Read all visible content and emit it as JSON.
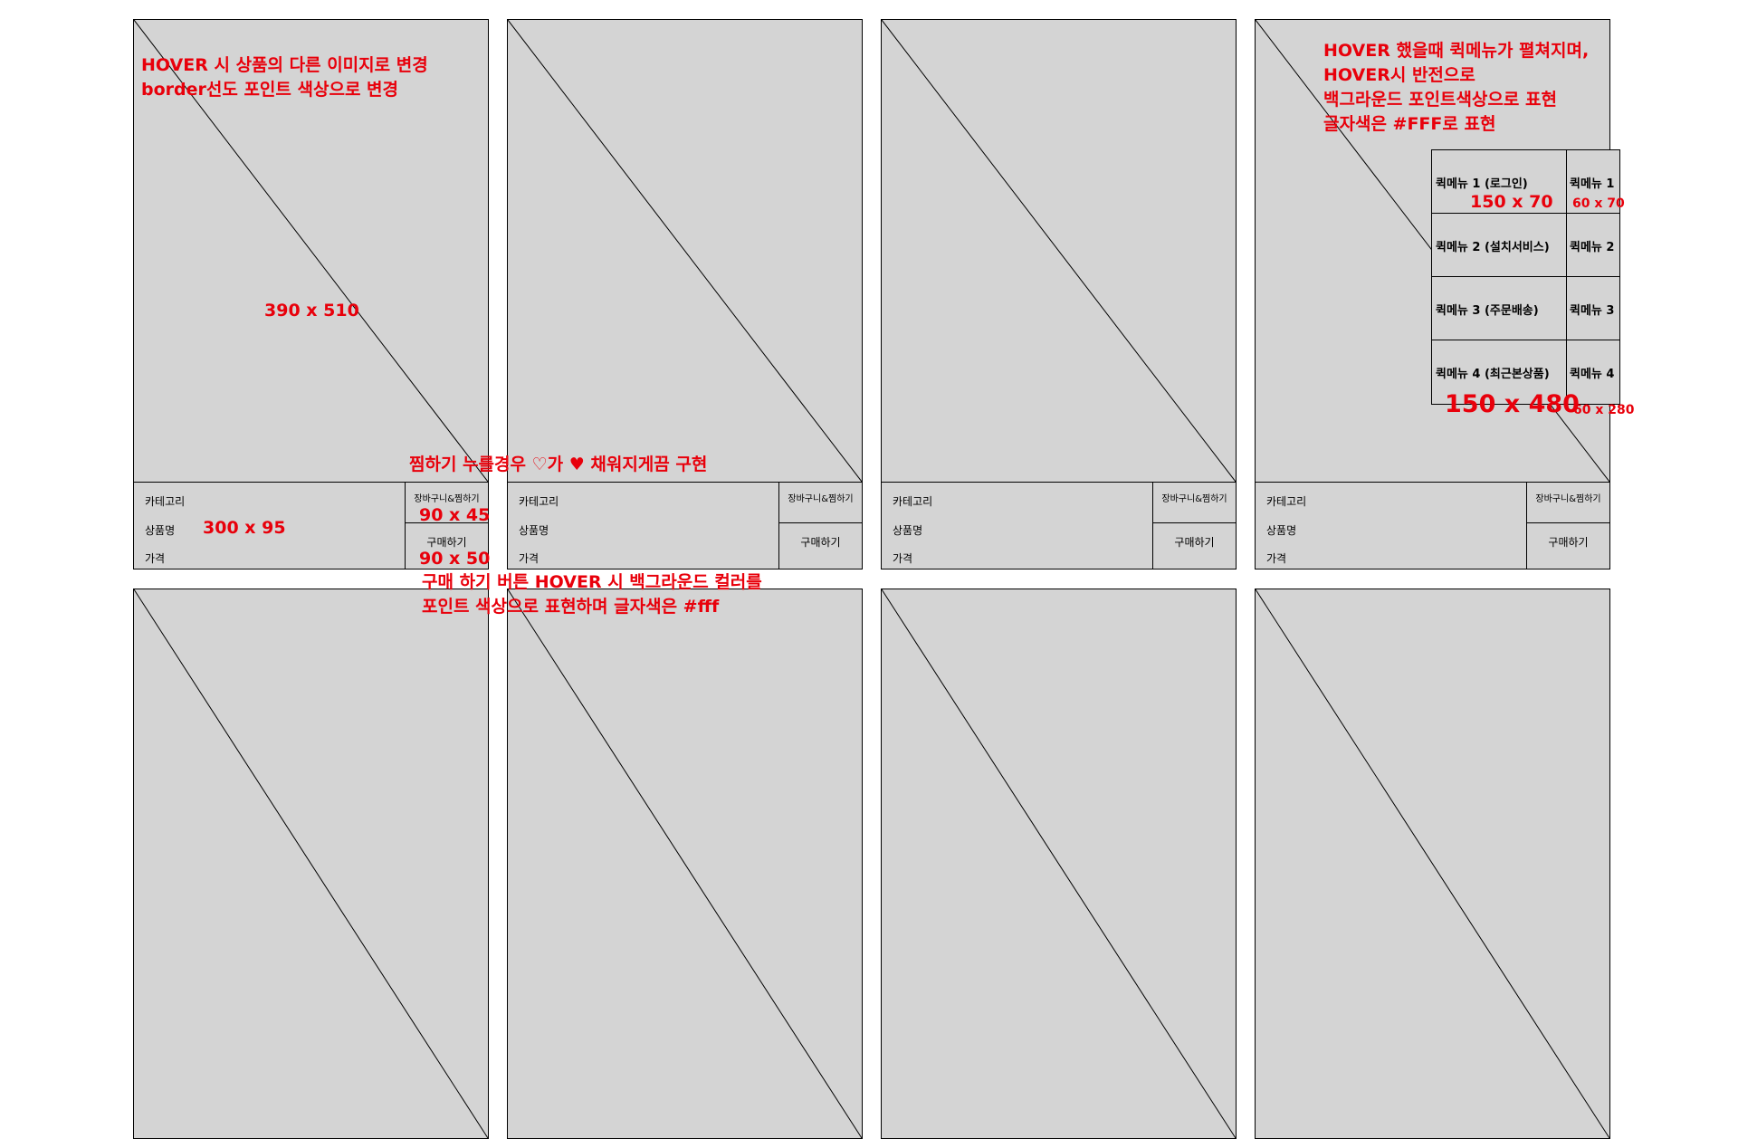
{
  "products": [
    {
      "category": "카테고리",
      "name": "상품명",
      "price": "가격",
      "cart_label": "장바구니&찜하기",
      "buy_label": "구매하기"
    },
    {
      "category": "카테고리",
      "name": "상품명",
      "price": "가격",
      "cart_label": "장바구니&찜하기",
      "buy_label": "구매하기"
    },
    {
      "category": "카테고리",
      "name": "상품명",
      "price": "가격",
      "cart_label": "장바구니&찜하기",
      "buy_label": "구매하기"
    },
    {
      "category": "카테고리",
      "name": "상품명",
      "price": "가격",
      "cart_label": "장바구니&찜하기",
      "buy_label": "구매하기"
    }
  ],
  "quick_menu": {
    "wide": [
      "퀵메뉴 1 (로그인)",
      "퀵메뉴 2 (설치서비스)",
      "퀵메뉴 3 (주문배송)",
      "퀵메뉴 4 (최근본상품)"
    ],
    "narrow": [
      "퀵메뉴 1",
      "퀵메뉴 2",
      "퀵메뉴 3",
      "퀵메뉴 4"
    ]
  },
  "annotations": {
    "hover_image_1": "HOVER 시 상품의 다른 이미지로 변경",
    "hover_image_2": "border선도 포인트 색상으로 변경",
    "image_size": "390  x 510",
    "wish_note": "찜하기 누를경우 ♡가 ♥ 채워지게끔 구현",
    "info_size": "300 x 95",
    "cart_size": "90 x 45",
    "buy_size": "90 x 50",
    "buy_hover_1": "구매 하기 버튼 HOVER 시 백그라운드 컬러를",
    "buy_hover_2": "포인트 색상으로 표현하며 글자색은 #fff",
    "quick_1": "HOVER 했을때 퀵메뉴가 펼쳐지며,",
    "quick_2": "HOVER시 반전으로",
    "quick_3": "백그라운드 포인트색상으로 표현",
    "quick_4": "글자색은 #FFF로 표현",
    "quick_cell_size": "150 x 70",
    "quick_cell_small_size": "60 x 70",
    "quick_total_size": "150 x 480",
    "quick_small_total_size": "60 x 280"
  },
  "colors": {
    "note": "#e8000b",
    "placeholder": "#d4d4d4",
    "border": "#000000"
  }
}
